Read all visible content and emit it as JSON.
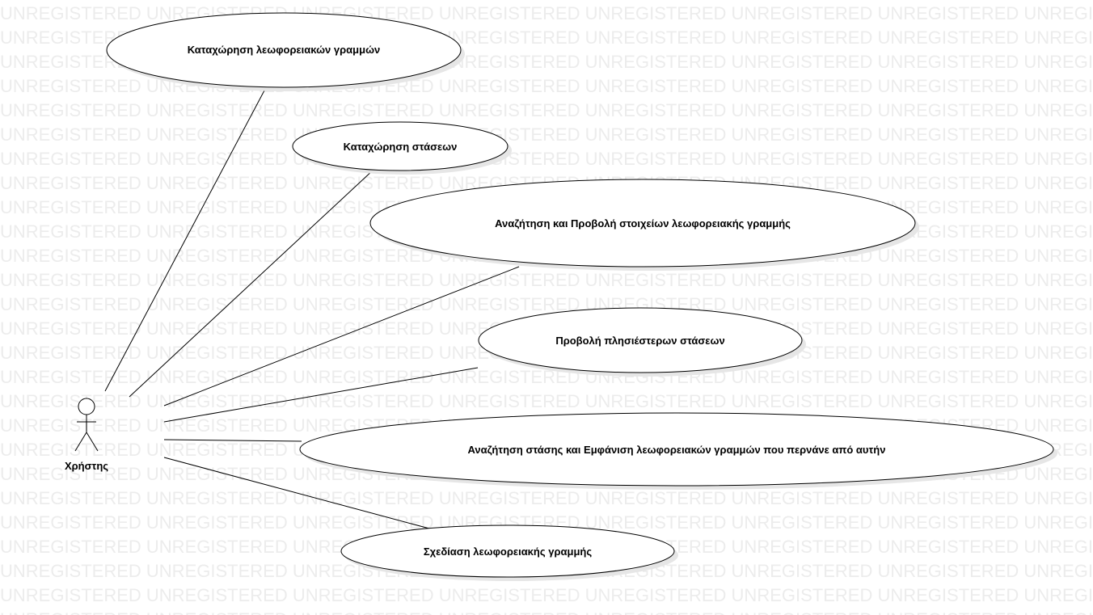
{
  "watermark": {
    "text": "UNREGISTERED"
  },
  "actor": {
    "name": "Χρήστης"
  },
  "use_cases": [
    {
      "id": "uc-register-lines",
      "label": "Καταχώρηση λεωφορειακών γραμμών"
    },
    {
      "id": "uc-register-stops",
      "label": "Καταχώρηση στάσεων"
    },
    {
      "id": "uc-search-line",
      "label": "Αναζήτηση και Προβολή στοιχείων λεωφορειακής γραμμής"
    },
    {
      "id": "uc-nearest-stops",
      "label": "Προβολή πλησιέστερων στάσεων"
    },
    {
      "id": "uc-search-stop",
      "label": "Αναζήτηση στάσης και Εμφάνιση λεωφορειακών γραμμών που περνάνε από αυτήν"
    },
    {
      "id": "uc-design-line",
      "label": "Σχεδίαση λεωφορειακής γραμμής"
    }
  ],
  "colors": {
    "line": "#000000",
    "ellipse_fill": "#ffffff",
    "shadow": "#e6e6e6",
    "watermark": "#ececec"
  }
}
